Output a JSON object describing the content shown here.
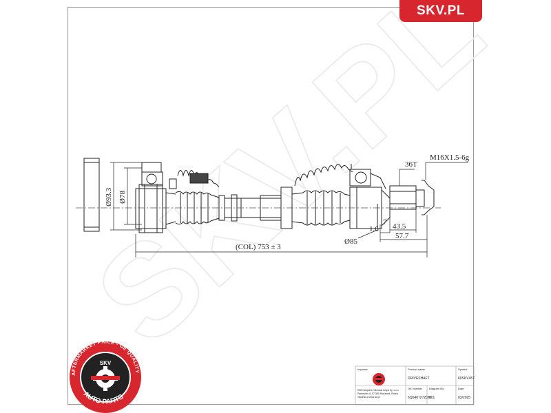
{
  "brand": {
    "tag": "SKV.PL",
    "watermark": "SKV.PL"
  },
  "badge": {
    "ring_text": "AFTERMARKET PRICE - OE QUALITY",
    "bottom_text": "AUTO PARTS",
    "center_label": "SKV",
    "colors": {
      "ring": "#d7262d",
      "inner": "#222222"
    }
  },
  "dimensions": {
    "teeth": "36T",
    "thread": "M16X1.5-6g",
    "length": "(COL) 753 ± 3",
    "dia_93": "Ø93.3",
    "dia_78": "Ø78",
    "dia_85": "Ø85",
    "d_1_6": "1.6",
    "d_7": "7",
    "d_43_5": "43.5",
    "d_57_7": "57.7"
  },
  "title_block": {
    "headers": {
      "importer": "Importer",
      "product_name": "Product name",
      "symbol": "Symbol",
      "oe_number": "OE Number",
      "diagram_no": "Diagram No.",
      "date": "Date"
    },
    "importer_lines": [
      "ESEN Wojciech Olchowik Grupa Sp. z o.o.",
      "Pawlowice 41, 87-300 Wloclawek, Poland",
      "info@skv.pl  www.skv.pl"
    ],
    "product_name": "DRIVESHAFT",
    "symbol": "60SKV457",
    "oe_number": "6Q0407272DM",
    "diagram_no": "001",
    "date": "03/2025"
  }
}
